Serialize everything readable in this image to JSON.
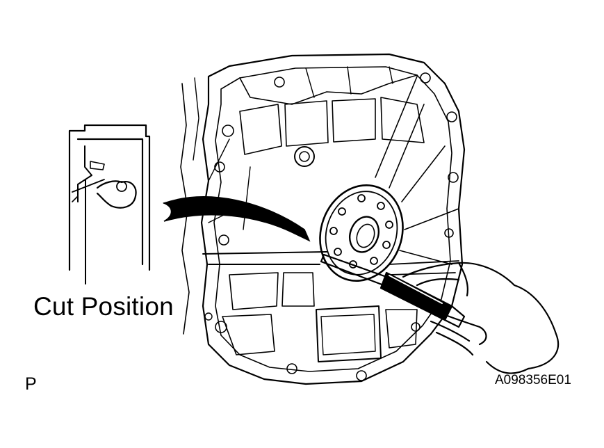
{
  "labels": {
    "callout": "Cut Position",
    "corner_mark": "P",
    "figure_code": "A098356E01"
  },
  "colors": {
    "ink": "#000000",
    "background": "#ffffff"
  }
}
